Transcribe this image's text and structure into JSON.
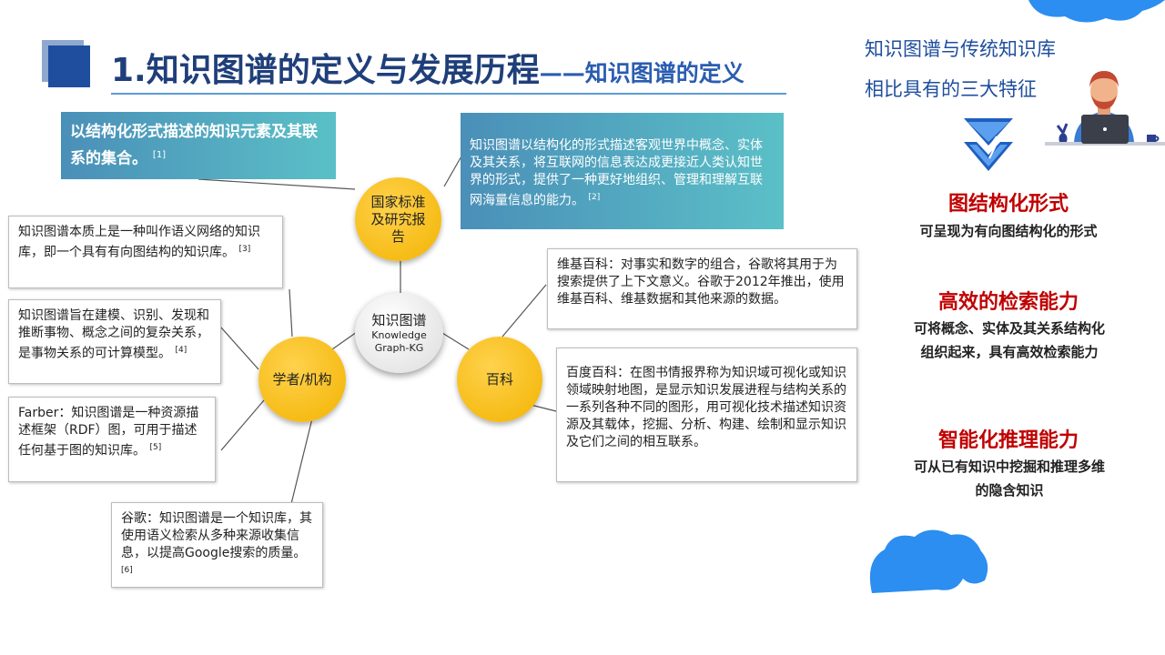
{
  "header": {
    "title": "1.知识图谱的定义与发展历程",
    "dash": "——",
    "subtitle": "知识图谱的定义"
  },
  "definition_box": {
    "text": "以结构化形式描述的知识元素及其联系的集合。",
    "ref": "[1]"
  },
  "standard_box": {
    "text": "知识图谱以结构化的形式描述客观世界中概念、实体及其关系，将互联网的信息表达成更接近人类认知世界的形式，提供了一种更好地组织、管理和理解互联网海量信息的能力。",
    "ref": "[2]"
  },
  "hubs": {
    "center_line1": "知识图谱",
    "center_line2": "Knowledge",
    "center_line3": "Graph-KG",
    "standard": "国家标准及研究报告",
    "scholars": "学者/机构",
    "encyclopedia": "百科"
  },
  "scholar_boxes": [
    {
      "text": "知识图谱本质上是一种叫作语义网络的知识库，即一个具有有向图结构的知识库。",
      "ref": "[3]"
    },
    {
      "text": "知识图谱旨在建模、识别、发现和推断事物、概念之间的复杂关系，是事物关系的可计算模型。",
      "ref": "[4]"
    },
    {
      "text": "Farber：知识图谱是一种资源描述框架（RDF）图，可用于描述任何基于图的知识库。",
      "ref": "[5]"
    },
    {
      "text": "谷歌：知识图谱是一个知识库，其使用语义检索从多种来源收集信息，以提高Google搜索的质量。",
      "ref": "[6]"
    }
  ],
  "encyclopedia_boxes": [
    {
      "text": "维基百科：对事实和数字的组合，谷歌将其用于为搜索提供了上下文意义。谷歌于2012年推出，使用维基百科、维基数据和其他来源的数据。"
    },
    {
      "text": "百度百科：在图书情报界称为知识域可视化或知识领域映射地图，是显示知识发展进程与结构关系的一系列各种不同的图形，用可视化技术描述知识资源及其载体，挖掘、分析、构建、绘制和显示知识及它们之间的相互联系。"
    }
  ],
  "right_panel": {
    "heading_line1": "知识图谱与传统知识库",
    "heading_line2": "相比具有的三大特征",
    "features": [
      {
        "title": "图结构化形式",
        "desc": "可呈现为有向图结构化的形式"
      },
      {
        "title": "高效的检索能力",
        "desc": "可将概念、实体及其关系结构化组织起来，具有高效检索能力"
      },
      {
        "title": "智能化推理能力",
        "desc": "可从已有知识中挖掘和推理多维的隐含知识"
      }
    ]
  },
  "icons": {
    "avatar": "person-laptop-icon",
    "chevron": "chevron-down-icon",
    "cloud": "blue-cloud-decoration"
  },
  "colors": {
    "title": "#1f3f7a",
    "accent": "#2a5db0",
    "feature_title": "#c00000",
    "hub": "#f2b300",
    "teal": "#4fa8bf"
  }
}
